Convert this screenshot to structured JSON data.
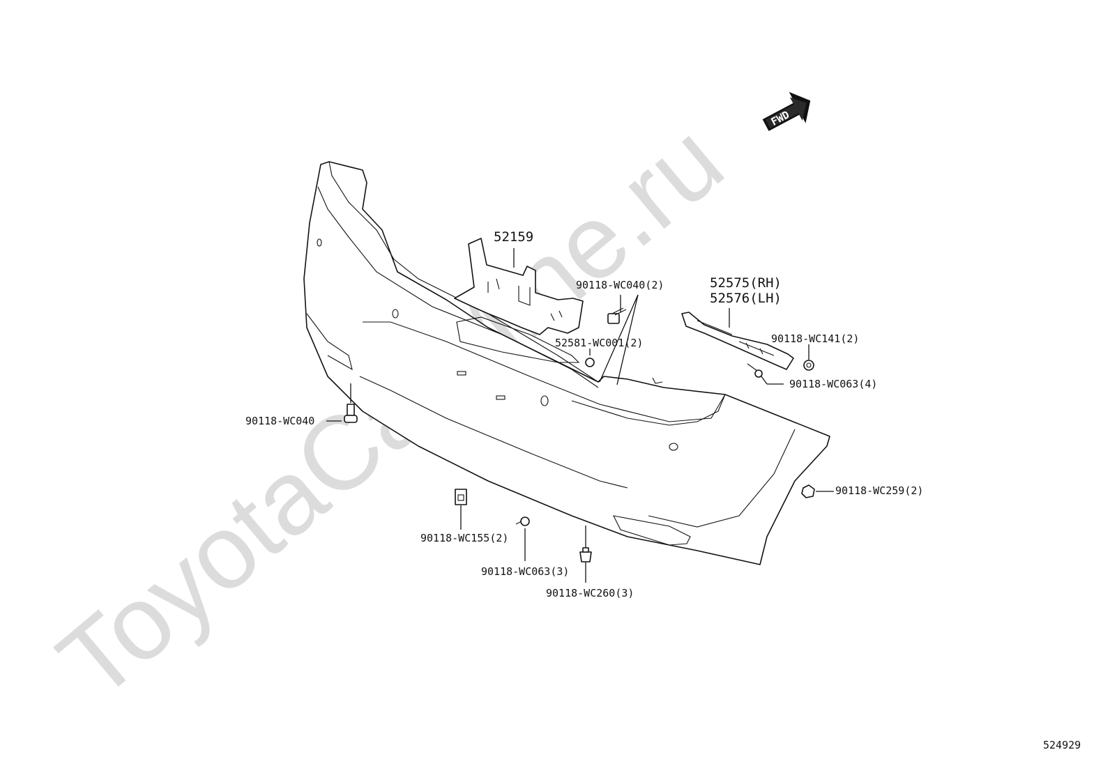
{
  "watermark": "ToyotaCarMine.ru",
  "direction_badge": "FWD",
  "diagram_id": "524929",
  "callouts": [
    {
      "id": "bracket",
      "text": "52159"
    },
    {
      "id": "retainer_rh",
      "text": "52575(RH)"
    },
    {
      "id": "retainer_lh",
      "text": "52576(LH)"
    },
    {
      "id": "bolt_top",
      "text": "90118-WC040(2)"
    },
    {
      "id": "plug",
      "text": "52581-WC001(2)"
    },
    {
      "id": "clip_141",
      "text": "90118-WC141(2)"
    },
    {
      "id": "screw_063_4",
      "text": "90118-WC063(4)"
    },
    {
      "id": "bolt_left",
      "text": "90118-WC040"
    },
    {
      "id": "clip_259",
      "text": "90118-WC259(2)"
    },
    {
      "id": "nut_155",
      "text": "90118-WC155(2)"
    },
    {
      "id": "screw_063_3",
      "text": "90118-WC063(3)"
    },
    {
      "id": "clip_260",
      "text": "90118-WC260(3)"
    }
  ]
}
